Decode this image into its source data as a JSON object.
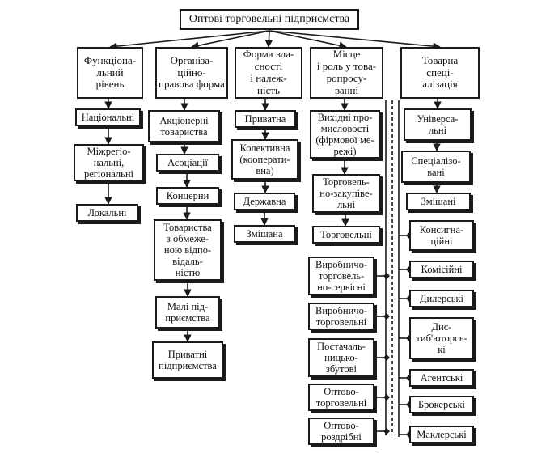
{
  "title": "Оптові торговельні підприємства",
  "columns": [
    {
      "header": "Функціона-\nльний\nрівень",
      "items": [
        "Національні",
        "Міжрегіо-\nнальні,\nрегіональні",
        "Локальні"
      ]
    },
    {
      "header": "Організа-\nційно-\nправова форма",
      "items": [
        "Акціонерні\nтовариства",
        "Асоціації",
        "Концерни",
        "Товариства\nз обмеже-\nною відпо-\nвідаль-\nністю",
        "Малі під-\nприємства",
        "Приватні\nпідприємства"
      ]
    },
    {
      "header": "Форма вла-\nсності\nі належ-\nність",
      "items": [
        "Приватна",
        "Колективна\n(кооперати-\nвна)",
        "Державна",
        "Змішана"
      ]
    },
    {
      "header": "Місце\nі роль у това-\nропросу-\nванні",
      "items": [
        "Вихідні про-\nмисловості\n(фірмової ме-\nрежі)",
        "Торговель-\nно-закупіве-\nльні",
        "Торговельні"
      ],
      "subitems": [
        "Виробничо-\nторговель-\nно-сервісні",
        "Виробничо-\nторговельні",
        "Постачаль-\nницько-\nзбутові",
        "Оптово-\nторговельні",
        "Оптово-\nроздрібні"
      ]
    },
    {
      "header": "Товарна\nспеці-\nалізація",
      "items": [
        "Універса-\nльні",
        "Спеціалізо-\nвані",
        "Змішані"
      ],
      "subitems": [
        "Консигна-\nційні",
        "Комісійні",
        "Дилерські",
        "Дис-\nтиб'юторсь-\nкі",
        "Агентські",
        "Брокерські",
        "Маклерські"
      ]
    }
  ]
}
